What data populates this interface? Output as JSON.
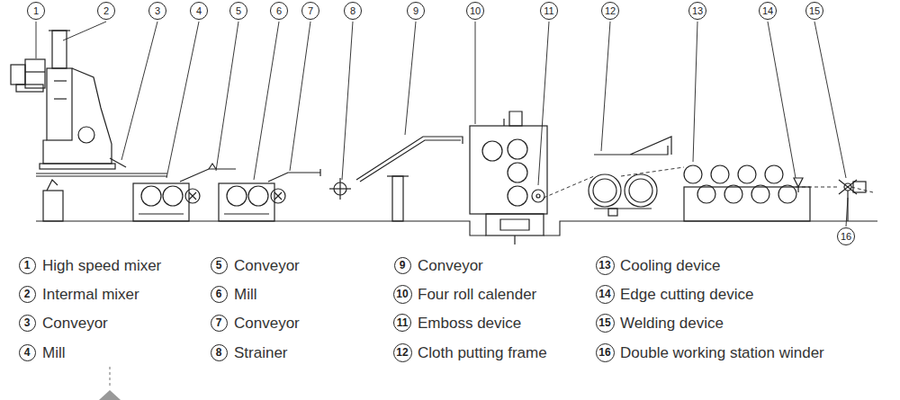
{
  "diagram": {
    "nodes": [
      {
        "text": [
          "1"
        ]
      },
      {
        "text": [
          "2"
        ]
      },
      {
        "text": [
          "3"
        ]
      },
      {
        "text": [
          "4"
        ]
      },
      {
        "text": [
          "5"
        ]
      },
      {
        "text": [
          "6"
        ]
      },
      {
        "text": [
          "7"
        ]
      },
      {
        "text": [
          "8"
        ]
      },
      {
        "text": [
          "9"
        ]
      },
      {
        "text": [
          "10"
        ]
      },
      {
        "text": [
          "11"
        ]
      },
      {
        "text": [
          "12"
        ]
      },
      {
        "text": [
          "13"
        ]
      },
      {
        "text": [
          "14"
        ]
      },
      {
        "text": [
          "15"
        ]
      },
      {
        "text": [
          "16"
        ]
      },
      {
        "text": [
          "1"
        ]
      },
      {
        "text": [
          "2"
        ]
      },
      {
        "text": [
          "3"
        ]
      },
      {
        "text": [
          "4"
        ]
      },
      {
        "text": [
          "5"
        ]
      },
      {
        "text": [
          "6"
        ]
      },
      {
        "text": [
          "7"
        ]
      },
      {
        "text": [
          "8"
        ]
      },
      {
        "text": [
          "9"
        ]
      },
      {
        "text": [
          "10"
        ]
      },
      {
        "text": [
          "11"
        ]
      },
      {
        "text": [
          "12"
        ]
      },
      {
        "text": [
          "13"
        ]
      },
      {
        "text": [
          "14"
        ]
      },
      {
        "text": [
          "15"
        ]
      },
      {
        "text": [
          "16"
        ]
      }
    ],
    "labels": [
      "High speed mixer",
      "Intermal mixer",
      "Conveyor",
      "Mill",
      "Conveyor",
      "Mill",
      "Conveyor",
      "Strainer",
      "Conveyor",
      "Four roll calender",
      "Emboss device",
      "Cloth putting frame",
      "Cooling device",
      "Edge cutting device",
      "Welding device",
      "Double working station winder"
    ]
  }
}
